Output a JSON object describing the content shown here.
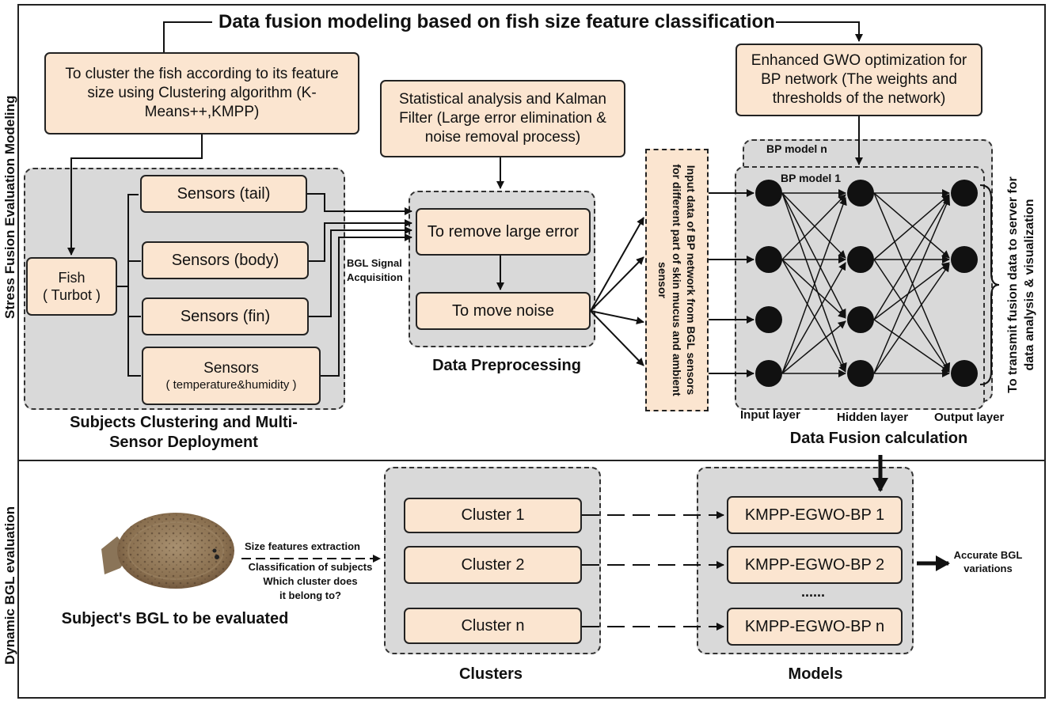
{
  "title": "Data fusion modeling based on fish size feature classification",
  "top_section_label": "Stress Fusion Evaluation Modeling",
  "bottom_section_label": "Dynamic BGL evaluation",
  "cluster_box": "To cluster the fish according to its feature size using Clustering algorithm (K-Means++,KMPP)",
  "kalman_box": "Statistical analysis  and Kalman Filter (Large error elimination & noise removal process)",
  "gwo_box": "Enhanced GWO optimization for BP network (The weights and thresholds of the network)",
  "subjects": {
    "fish_line1": "Fish",
    "fish_line2": "( Turbot )",
    "sensors": [
      "Sensors (tail)",
      "Sensors (body)",
      "Sensors (fin)"
    ],
    "sensor_env_line1": "Sensors",
    "sensor_env_line2": "( temperature&humidity )",
    "caption": "Subjects Clustering and Multi-Sensor Deployment"
  },
  "bgl_signal": "BGL Signal Acquisition",
  "preprocess": {
    "step1": "To remove large error",
    "step2": "To move noise",
    "caption": "Data Preprocessing"
  },
  "input_data_text": "Input data of BP network from BGL sensors for different part of skin mucus and ambient sensor",
  "fusion": {
    "bp_model_n": "BP model n",
    "bp_model_1": "BP model 1",
    "input_layer": "Input layer",
    "hidden_layer": "Hidden layer",
    "output_layer": "Output layer",
    "caption": "Data Fusion calculation"
  },
  "transmit_text_line1": "To transmit fusion data to server for",
  "transmit_text_line2": "data analysis &  visualization",
  "evaluation": {
    "subject_caption": "Subject's BGL to be evaluated",
    "size_features": "Size features extraction",
    "classification_line1": "Classification of subjects",
    "classification_line2": "Which cluster does",
    "classification_line3": "it belong to?",
    "clusters": [
      "Cluster 1",
      "Cluster 2",
      "Cluster n"
    ],
    "clusters_caption": "Clusters",
    "models": [
      "KMPP-EGWO-BP 1",
      "KMPP-EGWO-BP 2",
      "KMPP-EGWO-BP n"
    ],
    "models_ellipsis": "......",
    "models_caption": "Models",
    "result_line1": "Accurate BGL",
    "result_line2": "variations"
  }
}
